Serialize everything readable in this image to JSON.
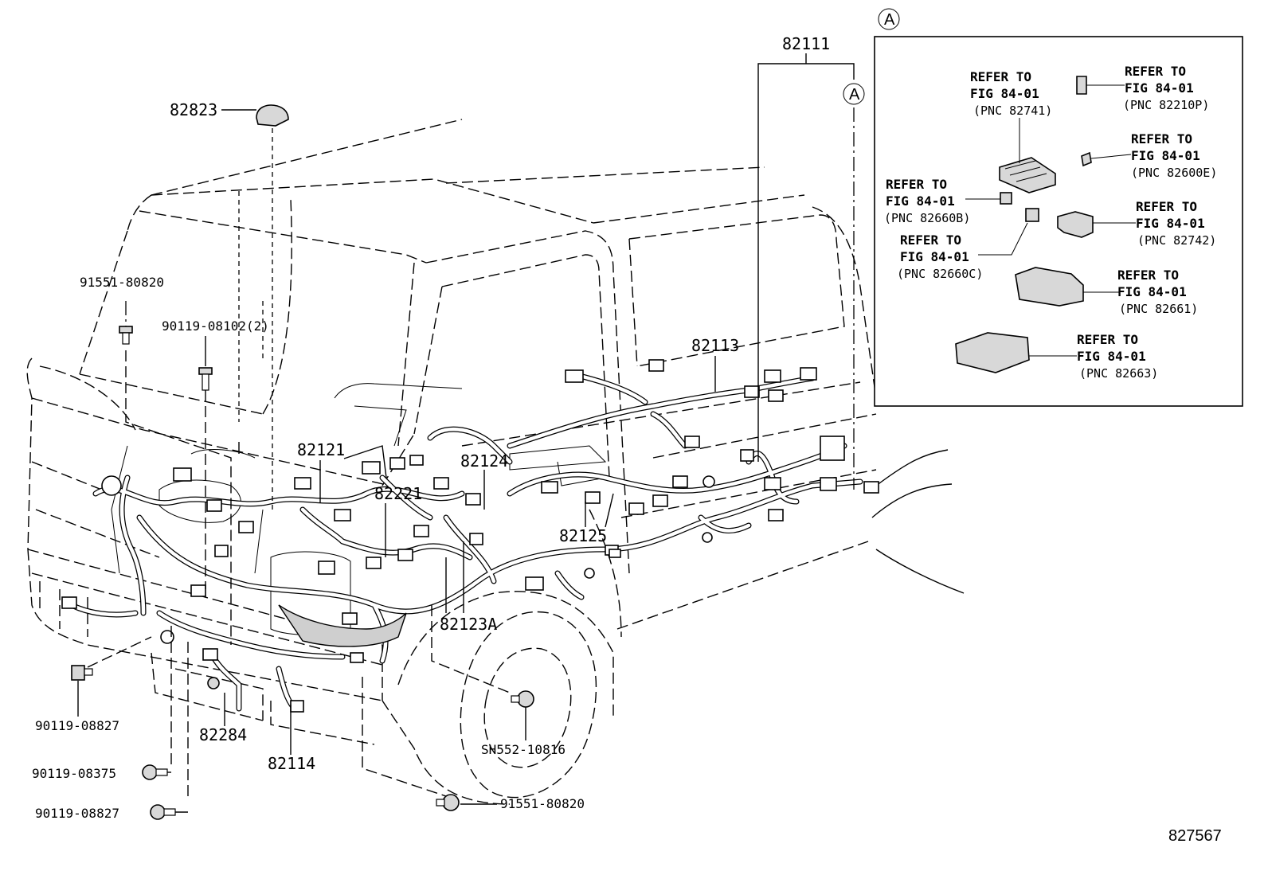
{
  "labels": {
    "p82823": "82823",
    "p82111": "82111",
    "p82113": "82113",
    "p82121": "82121",
    "p82124": "82124",
    "p82221": "82221",
    "p82125": "82125",
    "p82123a": "82123A",
    "p82284": "82284",
    "p82114": "82114",
    "b91551_top": "91551-80820",
    "b90119_08102": "90119-08102(2)",
    "b90119_08827_a": "90119-08827",
    "b90119_08375": "90119-08375",
    "b90119_08827_b": "90119-08827",
    "b91551_bottom": "91551-80820",
    "bSH552": "SH552-10816",
    "circle_a_outer": "A",
    "circle_a_inner": "A",
    "figure_id": "827567"
  },
  "inset": {
    "refers": [
      {
        "line1": "REFER TO",
        "line2": "FIG 84-01",
        "line3": "(PNC 82741)"
      },
      {
        "line1": "REFER TO",
        "line2": "FIG 84-01",
        "line3": "(PNC 82210P)"
      },
      {
        "line1": "REFER TO",
        "line2": "FIG 84-01",
        "line3": "(PNC 82600E)"
      },
      {
        "line1": "REFER TO",
        "line2": "FIG 84-01",
        "line3": "(PNC 82660B)"
      },
      {
        "line1": "REFER TO",
        "line2": "FIG 84-01",
        "line3": "(PNC 82742)"
      },
      {
        "line1": "REFER TO",
        "line2": "FIG 84-01",
        "line3": "(PNC 82660C)"
      },
      {
        "line1": "REFER TO",
        "line2": "FIG 84-01",
        "line3": "(PNC 82661)"
      },
      {
        "line1": "REFER TO",
        "line2": "FIG 84-01",
        "line3": "(PNC 82663)"
      }
    ]
  }
}
